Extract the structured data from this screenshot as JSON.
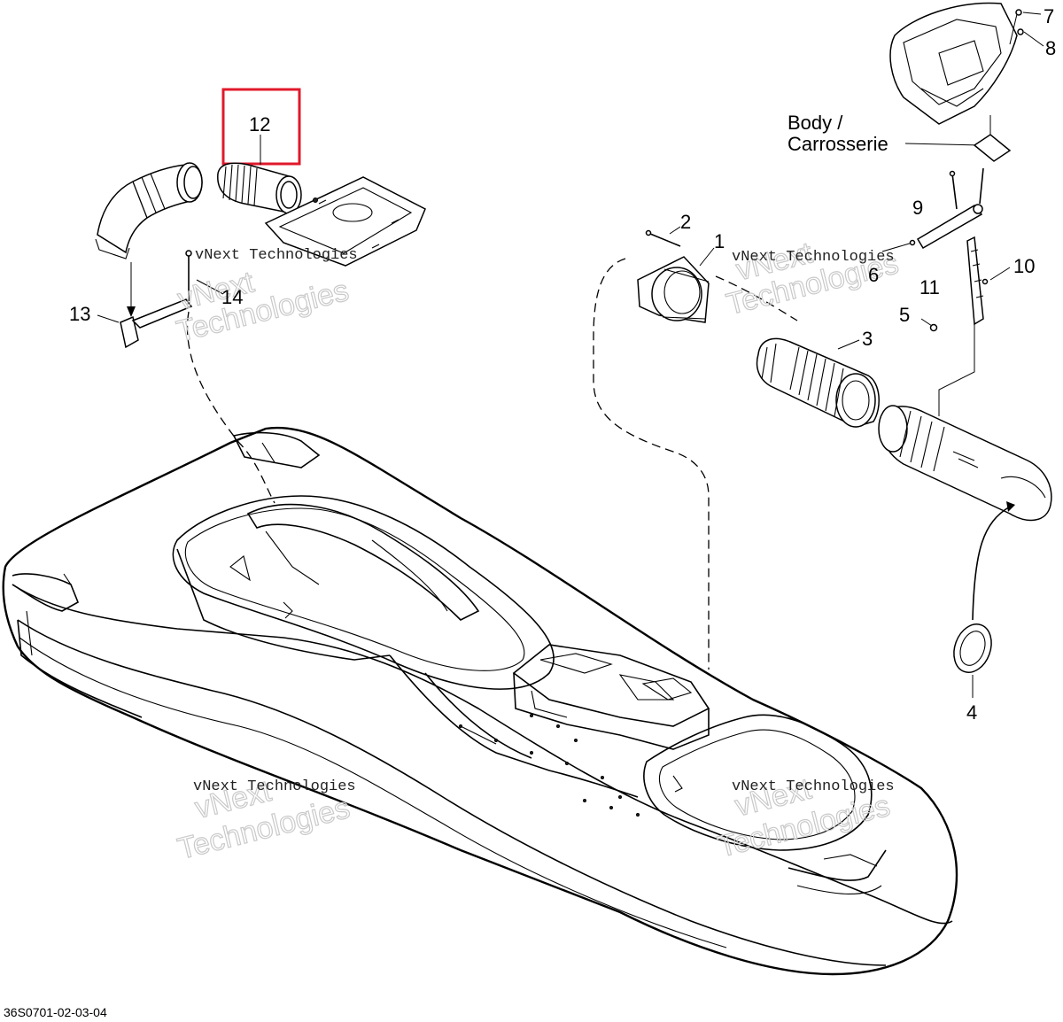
{
  "callouts": {
    "c1": "1",
    "c2": "2",
    "c3": "3",
    "c4": "4",
    "c5": "5",
    "c6": "6",
    "c7": "7",
    "c8": "8",
    "c9": "9",
    "c10": "10",
    "c11": "11",
    "c12": "12",
    "c13": "13",
    "c14": "14"
  },
  "body_label": {
    "line1": "Body /",
    "line2": "Carrosserie"
  },
  "watermark": {
    "line1": "vNext",
    "line2": "Technologies"
  },
  "diagram_code": "36S0701-02-03-04",
  "highlight_color": "#e0192b"
}
